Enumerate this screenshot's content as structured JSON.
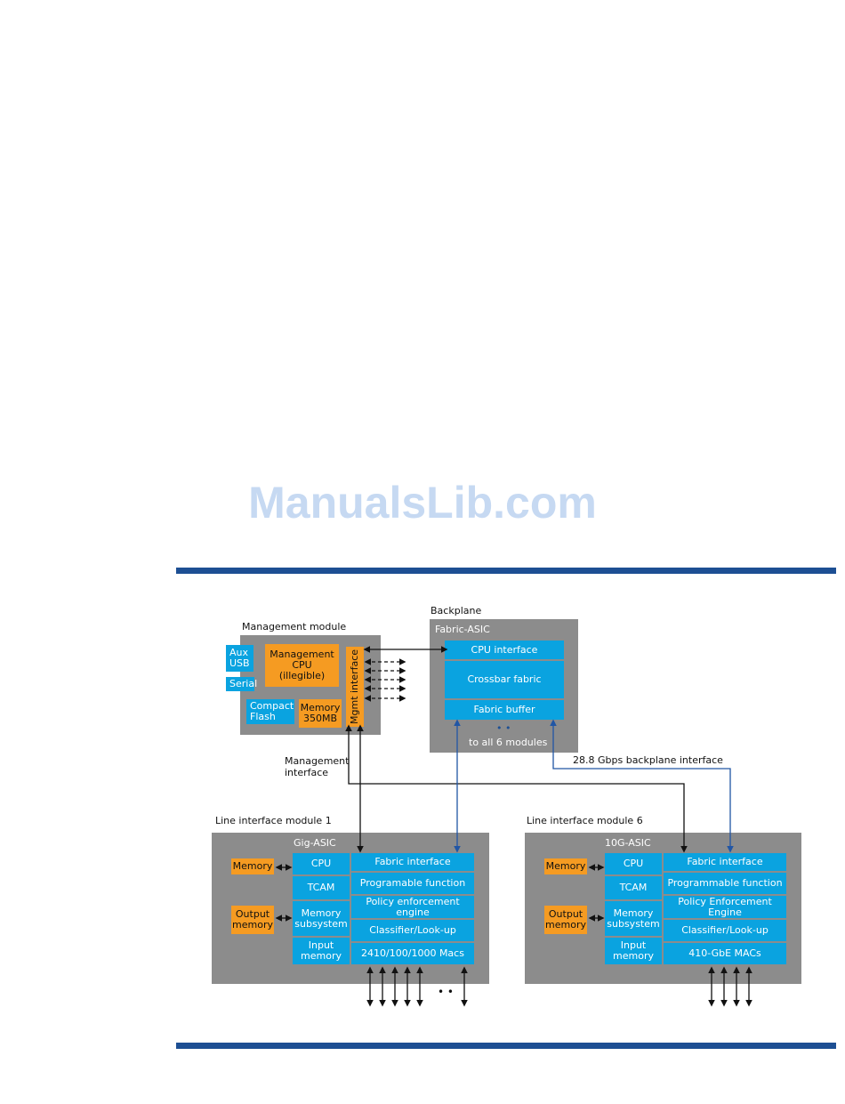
{
  "watermark": "ManualsLib.com",
  "colors": {
    "rule": "#1d4f93",
    "panel": "#8c8c8c",
    "blue_block": "#0aa3e0",
    "orange_block": "#f59b22",
    "link_blue": "#2156a5"
  },
  "management_module": {
    "title": "Management module",
    "aux_usb": "Aux\nUSB",
    "serial": "Serial",
    "cpu": "Management\nCPU\n(illegible)",
    "compact_flash": "Compact\nFlash",
    "memory": "Memory\n350MB",
    "mgmt_interface": "Mgmt interface"
  },
  "backplane": {
    "title": "Backplane",
    "asic_title": "Fabric-ASIC",
    "cpu_interface": "CPU interface",
    "crossbar": "Crossbar fabric",
    "fabric_buffer": "Fabric buffer",
    "dots": "• •",
    "to_all": "to all 6 modules"
  },
  "labels": {
    "management_interface": "Management\ninterface",
    "backplane_interface": "28.8 Gbps backplane interface"
  },
  "line_module_1": {
    "title": "Line interface module 1",
    "asic_title": "Gig-ASIC",
    "memory": "Memory",
    "output_memory": "Output\nmemory",
    "cpu": "CPU",
    "tcam": "TCAM",
    "memory_subsystem": "Memory\nsubsystem",
    "input_memory": "Input\nmemory",
    "fabric_interface": "Fabric interface",
    "func": "Programable function",
    "policy": "Policy enforcement engine",
    "classifier": "Classifier/Look-up",
    "macs": "2410/100/1000 Macs",
    "dots": "• •"
  },
  "line_module_6": {
    "title": "Line interface module 6",
    "asic_title": "10G-ASIC",
    "memory": "Memory",
    "output_memory": "Output\nmemory",
    "cpu": "CPU",
    "tcam": "TCAM",
    "memory_subsystem": "Memory\nsubsystem",
    "input_memory": "Input\nmemory",
    "fabric_interface": "Fabric interface",
    "func": "Programmable function",
    "policy": "Policy Enforcement Engine",
    "classifier": "Classifier/Look-up",
    "macs": "410-GbE MACs"
  }
}
